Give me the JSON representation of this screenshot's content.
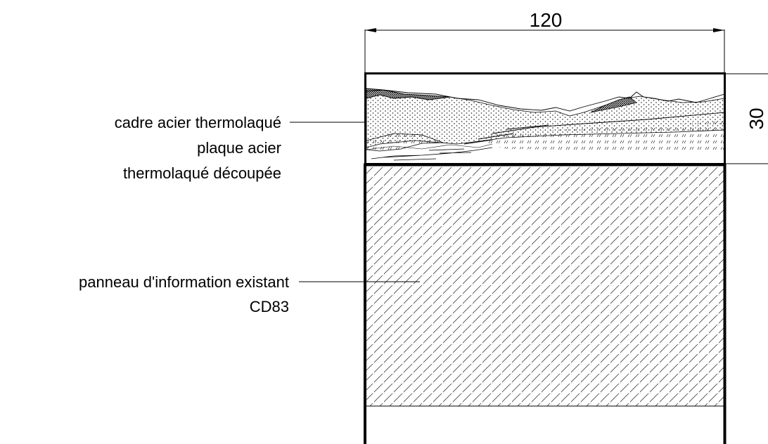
{
  "dimensions": {
    "width_label": "120",
    "height_label": "30"
  },
  "callouts": {
    "frame_line1": "cadre acier thermolaqué",
    "frame_line2": "plaque acier",
    "frame_line3": "thermolaqué découpée",
    "panel_line1": "panneau d'information existant",
    "panel_line2": "CD83"
  },
  "colors": {
    "ink": "#000000",
    "hatch": "#333333",
    "background": "#ffffff"
  }
}
